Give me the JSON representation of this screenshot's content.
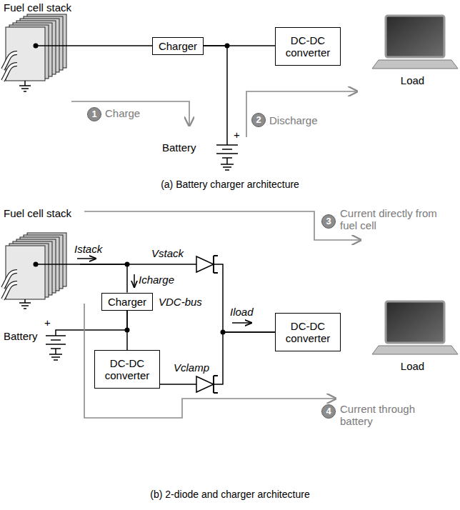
{
  "diagram": {
    "nodes": [
      {
        "text": [
          "Fuel cell stack"
        ]
      },
      {
        "text": [
          "Charger"
        ]
      },
      {
        "text": [
          "DC-DC converter"
        ]
      },
      {
        "text": [
          "Load"
        ]
      },
      {
        "text": [
          "Battery"
        ]
      },
      {
        "text": [
          "1"
        ]
      },
      {
        "text": [
          "2"
        ]
      },
      {
        "text": [
          "Fuel cell stack"
        ]
      },
      {
        "text": [
          "Charger"
        ]
      },
      {
        "text": [
          "DC-DC converter"
        ]
      },
      {
        "text": [
          "Load"
        ]
      },
      {
        "text": [
          "Battery"
        ]
      },
      {
        "text": [
          "DC-DC converter"
        ]
      },
      {
        "text": [
          "3"
        ]
      },
      {
        "text": [
          "4"
        ]
      }
    ],
    "edges": [
      {
        "from": 0,
        "to": 1,
        "arrow": "none"
      },
      {
        "from": 1,
        "to": 2,
        "arrow": "none"
      },
      {
        "from": 1,
        "to": 4,
        "arrow": "none"
      },
      {
        "from": 7,
        "to": 8,
        "arrow": "none"
      },
      {
        "from": 7,
        "to": 9,
        "arrow": "none"
      },
      {
        "from": 8,
        "to": 11,
        "arrow": "none"
      },
      {
        "from": 8,
        "to": 12,
        "arrow": "none"
      },
      {
        "from": 12,
        "to": 9,
        "arrow": "none"
      }
    ],
    "labels": [
      "+",
      "Charge",
      "Discharge",
      "(a) Battery charger architecture",
      "Istack",
      "Vstack",
      "Icharge",
      "VDC-bus",
      "Iload",
      "Vclamp",
      "+",
      "Current directly from fuel cell",
      "Current through battery",
      "(b) 2-diode and charger architecture"
    ]
  }
}
